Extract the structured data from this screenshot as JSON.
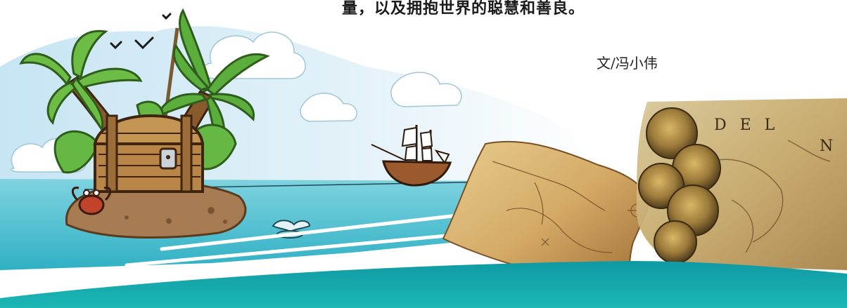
{
  "article": {
    "closing_line": "量，以及拥抱世界的聪慧和善良。",
    "author": "文/冯小伟"
  },
  "illustration": {
    "elements": [
      "treasure-island",
      "palm-trees",
      "treasure-chest",
      "crab",
      "birds",
      "sailing-ship",
      "whale",
      "treasure-map",
      "gold-coins",
      "antique-world-map"
    ],
    "antique_map_letters_top": "D E L",
    "antique_map_letter_right": "N O"
  },
  "colors": {
    "sky": "#cfe8f4",
    "sea": "#3ab7c9",
    "sea_bottom": "#18a5a9",
    "sand": "#a77c52",
    "palm_green": "#5cae3c",
    "chest_wood": "#b98648",
    "map_parchment": "#d9b679"
  }
}
